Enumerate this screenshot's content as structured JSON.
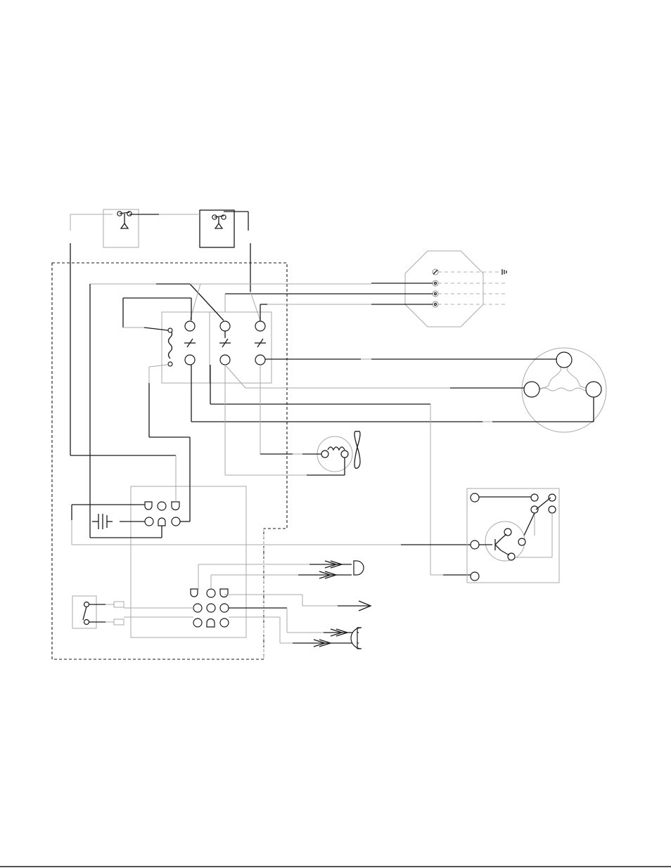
{
  "diagram": {
    "type": "wiring-schematic",
    "colors": {
      "line": "#1a1a1a",
      "secondary_line": "#a8a8a8",
      "background": "#ffffff"
    },
    "components": [
      {
        "id": "pressure-switch-low",
        "icon": "switch-icon"
      },
      {
        "id": "pressure-switch-high",
        "icon": "switch-icon"
      },
      {
        "id": "control-box",
        "icon": "dashed-enclosure"
      },
      {
        "id": "contactor",
        "icon": "contactor-icon"
      },
      {
        "id": "power-supply-terminals",
        "icon": "octagon-terminal-icon"
      },
      {
        "id": "compressor",
        "icon": "compressor-motor-icon"
      },
      {
        "id": "condenser-fan-motor",
        "icon": "fan-icon"
      },
      {
        "id": "control-board",
        "icon": "circuit-board-icon"
      },
      {
        "id": "capacitor",
        "icon": "capacitor-icon"
      },
      {
        "id": "defrost-board",
        "icon": "board-icon"
      },
      {
        "id": "thermostat-switch",
        "icon": "switch-icon"
      },
      {
        "id": "sensor-connectors",
        "icon": "connector-icon"
      }
    ]
  }
}
